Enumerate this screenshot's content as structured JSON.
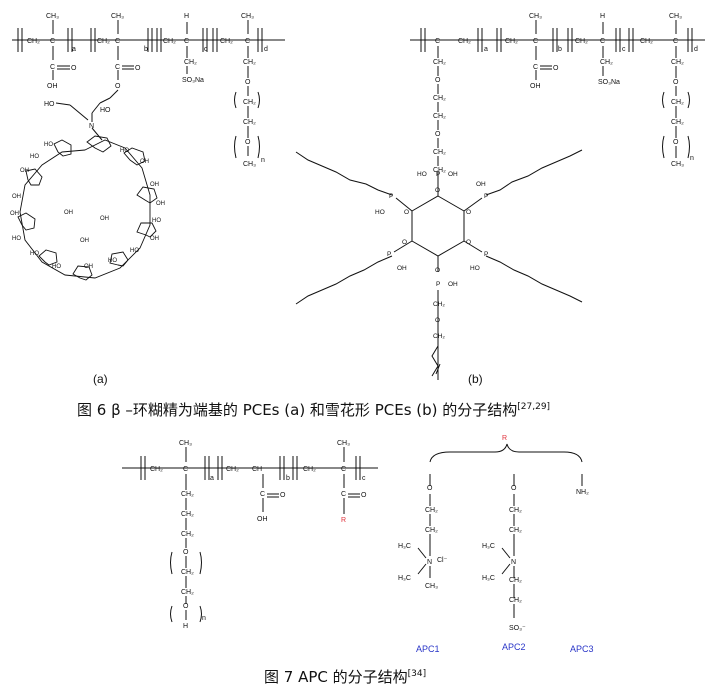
{
  "fig6": {
    "caption_main": "图 6   β –环糊精为端基的 PCEs (a) 和雪花形 PCEs (b) 的分子结构",
    "caption_ref": "[27,29]",
    "panel_a_label": "(a)",
    "panel_b_label": "(b)",
    "a_units": [
      "a",
      "b",
      "c",
      "d"
    ],
    "b_units": [
      "a",
      "b",
      "c",
      "d"
    ]
  },
  "fig7": {
    "caption_main": "图 7   APC 的分子结构",
    "caption_ref": "[34]",
    "units": [
      "a",
      "b",
      "c"
    ],
    "r_label": "R",
    "r_top": "R",
    "variants": [
      "APC1",
      "APC2",
      "APC3"
    ]
  },
  "atoms": {
    "ch3": "CH₃",
    "h": "H",
    "ch2": "CH₂",
    "c": "C",
    "o": "O",
    "oh": "OH",
    "ho": "HO",
    "so3na": "SO₃Na",
    "n": "N",
    "n_sub": "n",
    "nh2": "NH₂",
    "h3c": "H₃C",
    "cl": "Cl⁻",
    "so3": "SO₃⁻",
    "p": "P",
    "h_letter": "H"
  },
  "colors": {
    "accent_red": "#e0303a",
    "variant_blue": "#2a36c8"
  }
}
